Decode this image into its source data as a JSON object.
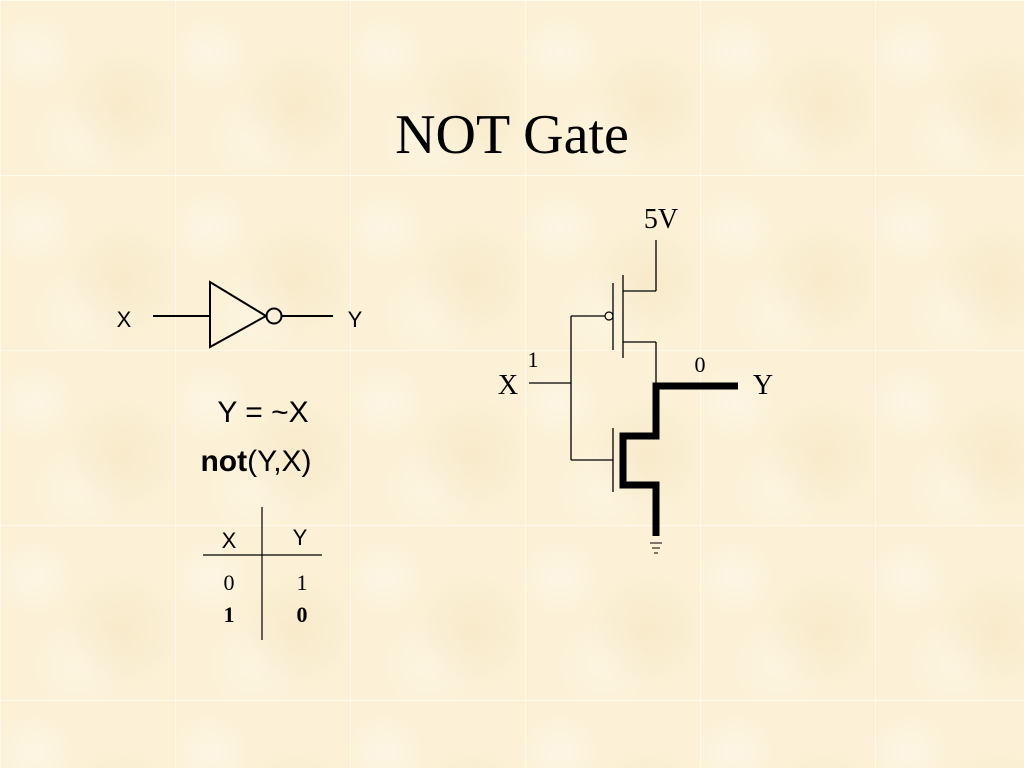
{
  "title": "NOT Gate",
  "gate_symbol": {
    "input_label": "X",
    "output_label": "Y"
  },
  "expression": {
    "equation": "Y = ~X",
    "keyword": "not",
    "args": "(Y,X)"
  },
  "truth_table": {
    "headers": [
      "X",
      "Y"
    ],
    "rows": [
      [
        "0",
        "1"
      ],
      [
        "1",
        "0"
      ]
    ],
    "bold_row": 1
  },
  "transistor_circuit": {
    "supply_label": "5V",
    "input_label": "X",
    "input_value": "1",
    "output_label": "Y",
    "output_value": "0"
  }
}
